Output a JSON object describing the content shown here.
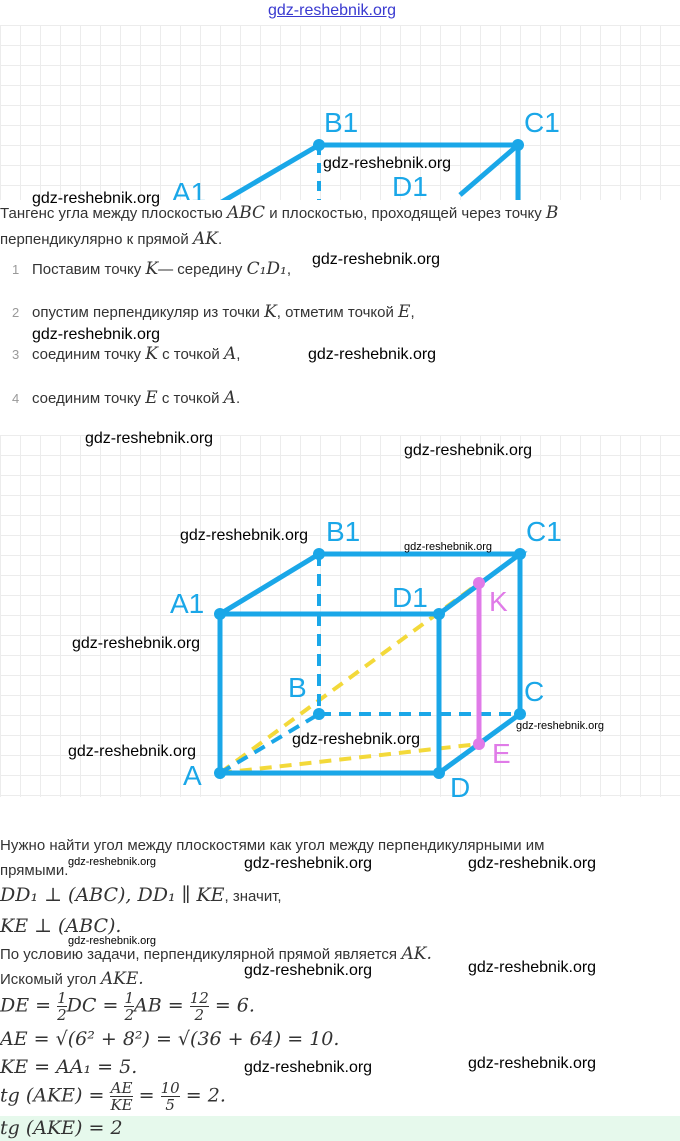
{
  "site_header": "gdz-reshebnik.org",
  "watermark": "gdz-reshebnik.org",
  "colors": {
    "edge": "#1aa7e8",
    "dash_yellow": "#f3d93a",
    "highlight": "#e07be8",
    "answer_bg": "#e6f9ec"
  },
  "top_diagram": {
    "labels": {
      "a1": "A1",
      "b1": "B1",
      "c1": "C1",
      "d1": "D1"
    }
  },
  "problem": {
    "text1": "Тангенс угла между плоскостью",
    "m1": "ABC",
    "text2": "и плоскостью, проходящей через точку",
    "m2": "B",
    "text3": "перпендикулярно к прямой",
    "m3": "AK",
    "text4": "."
  },
  "steps": [
    {
      "n": "1",
      "t1": "Поставим точку",
      "m1": "K",
      "t2": "— середину",
      "m2": "C₁D₁",
      "t3": ","
    },
    {
      "n": "2",
      "t1": "опустим перпендикуляр из точки",
      "m1": "K",
      "t2": ", отметим точкой",
      "m2": "E",
      "t3": ","
    },
    {
      "n": "3",
      "t1": "соединим точку",
      "m1": "K",
      "t2": "с точкой",
      "m2": "A",
      "t3": ","
    },
    {
      "n": "4",
      "t1": "соединим точку",
      "m1": "E",
      "t2": "с точкой",
      "m2": "A",
      "t3": "."
    }
  ],
  "diagram": {
    "labels": {
      "a1": "A1",
      "b1": "B1",
      "c1": "C1",
      "d1": "D1",
      "a": "A",
      "b": "B",
      "c": "C",
      "d": "D",
      "k": "K",
      "e": "E"
    }
  },
  "solution": {
    "l1": "Нужно найти угол между плоскостями как угол между перпендикулярными им",
    "l1b": "прямыми.",
    "l2m": "DD₁ ⊥ (ABC), DD₁ ∥ KE",
    "l2t": ", значит,",
    "l3m": "KE ⊥ (ABC).",
    "l4t": "По условию задачи, перпендикулярной прямой является",
    "l4m": "AK.",
    "l5t": "Искомый угол",
    "l5m": "AKE.",
    "l6a": "DE =",
    "l6n1": "1",
    "l6d1": "2",
    "l6b": "DC =",
    "l6n2": "1",
    "l6d2": "2",
    "l6c": "AB =",
    "l6n3": "12",
    "l6d3": "2",
    "l6e": "= 6.",
    "l7": "AE = √(6² + 8²) = √(36 + 64) = 10.",
    "l8": "KE = AA₁ = 5.",
    "l9a": "tg (AKE) =",
    "l9n1": "AE",
    "l9d1": "KE",
    "l9b": "=",
    "l9n2": "10",
    "l9d2": "5",
    "l9c": "= 2.",
    "answer": "tg (AKE) = 2"
  }
}
